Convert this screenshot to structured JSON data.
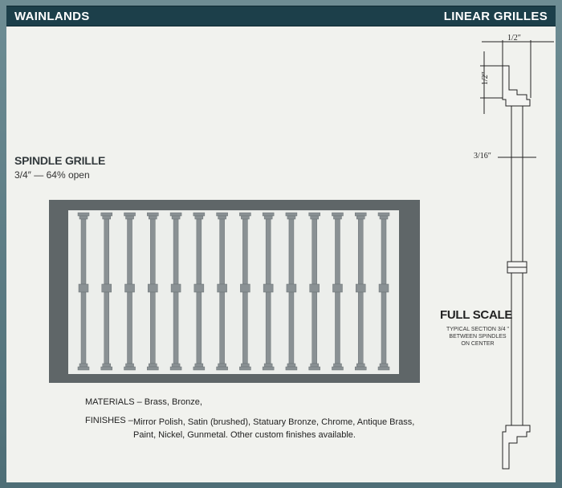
{
  "header": {
    "brand": "WAINLANDS",
    "section": "LINEAR GRILLES"
  },
  "grille": {
    "title": "SPINDLE GRILLE",
    "spec": "3/4″ — 64% open",
    "spindle_count": 14,
    "colors": {
      "frame": "#5f6668",
      "spindle": "#8a9194",
      "open_area": "#eceeeb"
    }
  },
  "materials": {
    "label": "MATERIALS – Brass, Bronze,"
  },
  "finishes": {
    "label": "FINISHES –",
    "text": "Mirror Polish, Satin (brushed), Statuary Bronze, Chrome, Antique Brass, Paint, Nickel, Gunmetal. Other custom finishes available."
  },
  "profile": {
    "title": "FULL SCALE",
    "note": "TYPICAL SECTION 3/4 \" BETWEEN SPINDLES ON CENTER",
    "dim_width": "1/2″",
    "dim_height": "1/2″",
    "dim_spindle": "3/16″"
  }
}
